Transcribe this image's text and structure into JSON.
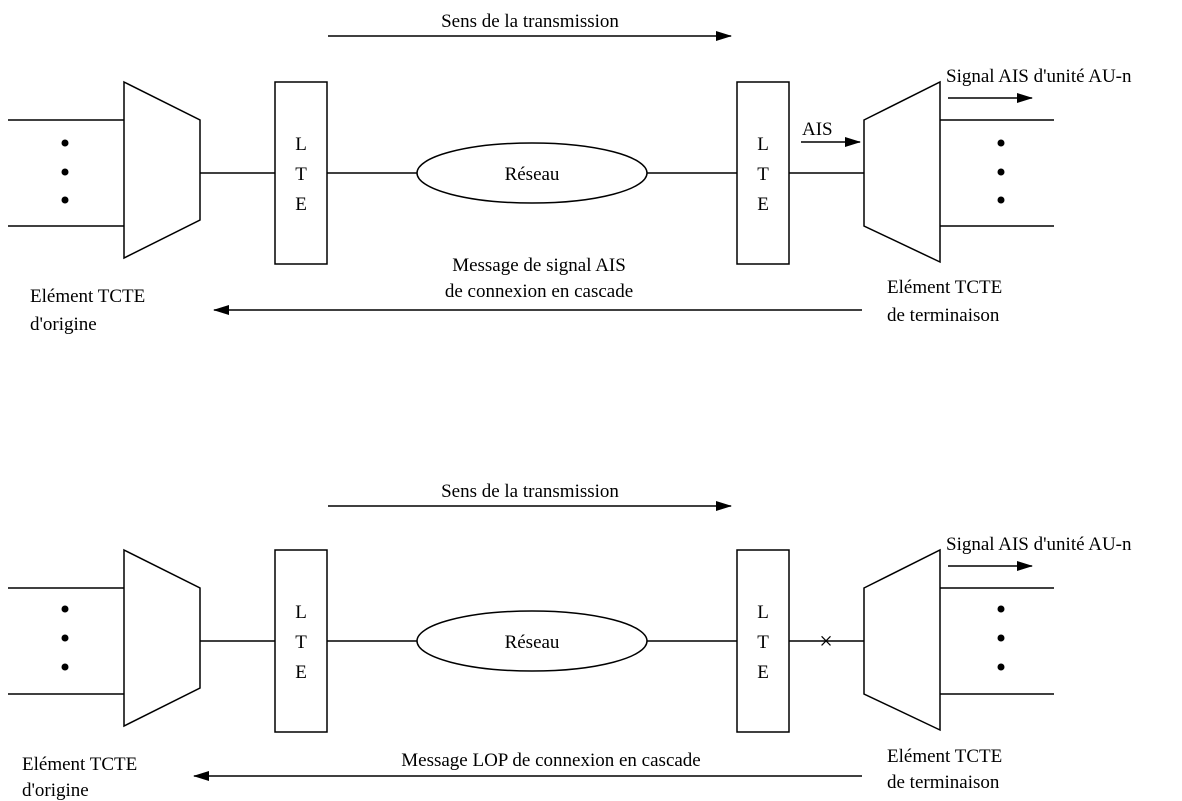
{
  "colors": {
    "ink": "#000000",
    "background": "#ffffff"
  },
  "top": {
    "direction_label": "Sens de la transmission",
    "output_label": "Signal AIS d'unité AU-n",
    "ais_label": "AIS",
    "network_label": "Réseau",
    "lte_left": [
      "L",
      "T",
      "E"
    ],
    "lte_right": [
      "L",
      "T",
      "E"
    ],
    "message_lines": [
      "Message de signal AIS",
      "de connexion en cascade"
    ],
    "origin_lines": [
      "Elément TCTE",
      "d'origine"
    ],
    "termination_lines": [
      "Elément TCTE",
      "de terminaison"
    ]
  },
  "bottom": {
    "direction_label": "Sens de la transmission",
    "output_label": "Signal AIS d'unité AU-n",
    "network_label": "Réseau",
    "lte_left": [
      "L",
      "T",
      "E"
    ],
    "lte_right": [
      "L",
      "T",
      "E"
    ],
    "message_line": "Message LOP de connexion en cascade",
    "origin_lines": [
      "Elément TCTE",
      "d'origine"
    ],
    "termination_lines": [
      "Elément TCTE",
      "de terminaison"
    ],
    "break_marker": "×"
  }
}
